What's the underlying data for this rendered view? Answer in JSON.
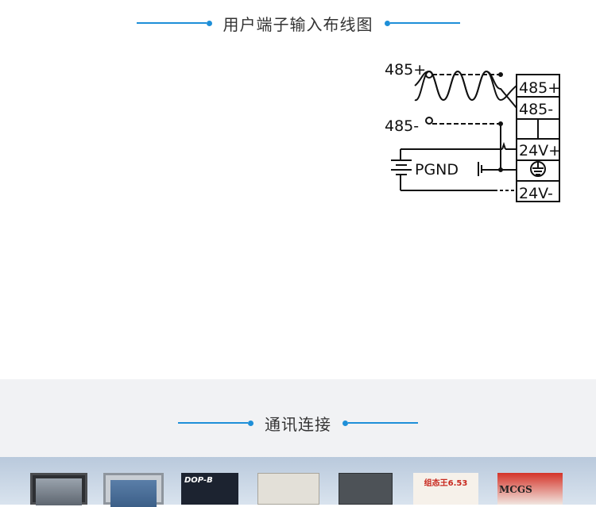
{
  "sections": {
    "wiring_title": "用户端子输入布线图",
    "comm_title": "通讯连接"
  },
  "diagram": {
    "left_labels": {
      "plus": "485+",
      "minus": "485-",
      "ground": "PGND"
    },
    "terminals": [
      "485+",
      "485-",
      "24V+",
      "24V-"
    ],
    "ground_symbol": "earth-ground-icon"
  },
  "products": [
    {
      "name": "touch-panel-1",
      "text": ""
    },
    {
      "name": "touch-panel-2",
      "text": ""
    },
    {
      "name": "delta-dop-b-panel",
      "text": "DOP-B"
    },
    {
      "name": "plc-white",
      "text": ""
    },
    {
      "name": "plc-gray",
      "text": ""
    },
    {
      "name": "kingview-box",
      "text": "组态王6.53"
    },
    {
      "name": "mcgs-box",
      "text": "MCGS"
    }
  ],
  "colors": {
    "accent": "#1e8fd8",
    "band": "#f1f2f4"
  }
}
